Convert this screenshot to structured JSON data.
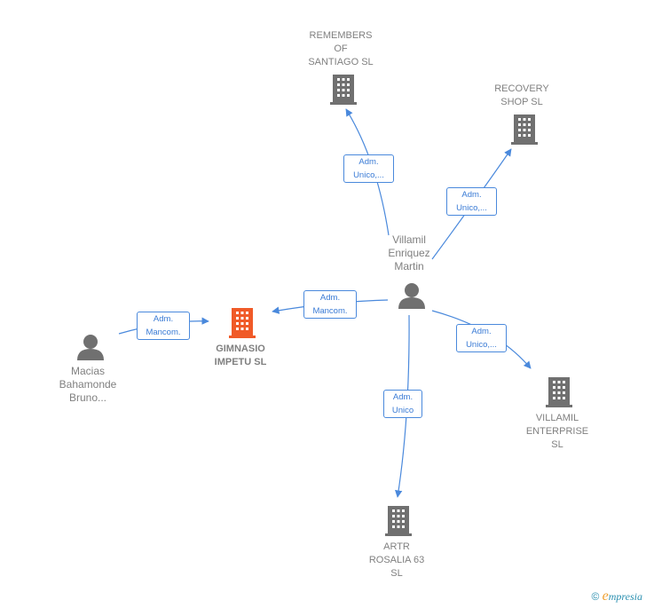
{
  "nodes": {
    "remembers": {
      "label": "REMEMBERS\nOF\nSANTIAGO  SL",
      "icon": "building-icon"
    },
    "recovery": {
      "label": "RECOVERY\nSHOP  SL",
      "icon": "building-icon"
    },
    "villamil_person": {
      "label": "Villamil\nEnriquez\nMartin",
      "icon": "person-icon"
    },
    "gimnasio": {
      "label": "GIMNASIO\nIMPETU  SL",
      "icon": "building-icon",
      "color": "#f05a28"
    },
    "macias": {
      "label": "Macias\nBahamonde\nBruno...",
      "icon": "person-icon"
    },
    "villamil_ent": {
      "label": "VILLAMIL\nENTERPRISE\nSL",
      "icon": "building-icon"
    },
    "artr": {
      "label": "ARTR\nROSALIA 63\nSL",
      "icon": "building-icon"
    }
  },
  "edges": {
    "e_remembers": "Adm.\nUnico,...",
    "e_recovery": "Adm.\nUnico,...",
    "e_gimnasio_villamil": "Adm.\nMancom.",
    "e_gimnasio_macias": "Adm.\nMancom.",
    "e_villamil_ent": "Adm.\nUnico,...",
    "e_artr": "Adm.\nUnico"
  },
  "colors": {
    "edge": "#4a89dc",
    "node_gray": "#707070",
    "node_main": "#f05a28"
  },
  "brand": {
    "symbol": "©",
    "e": "e",
    "rest": "mpresia"
  }
}
